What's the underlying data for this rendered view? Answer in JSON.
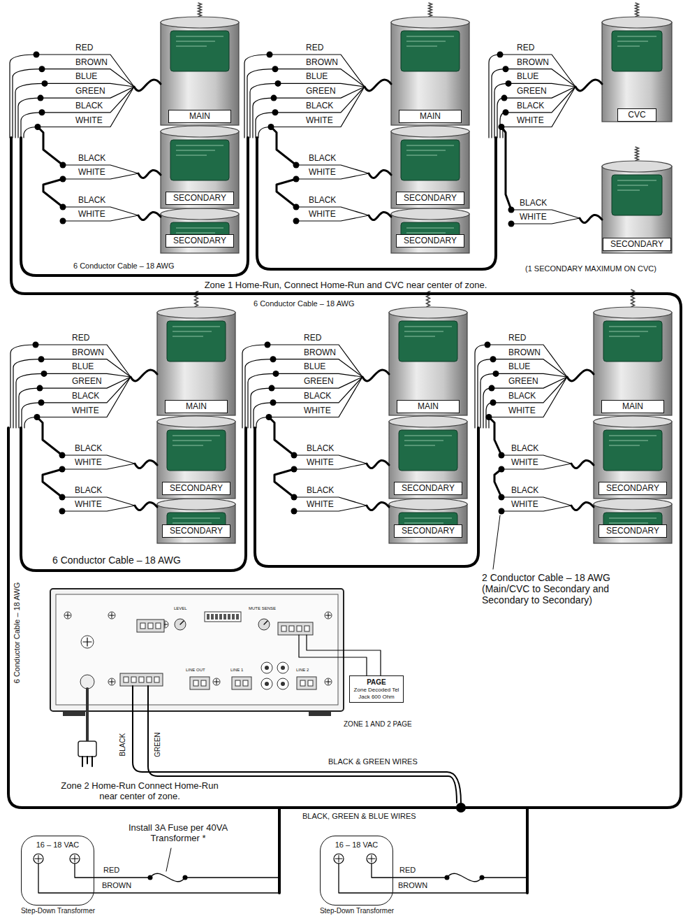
{
  "diagram": {
    "nodes": [
      {
        "text": [
          "MAIN"
        ]
      },
      {
        "text": [
          "SECONDARY"
        ]
      },
      {
        "text": [
          "SECONDARY"
        ]
      },
      {
        "text": [
          "MAIN"
        ]
      },
      {
        "text": [
          "SECONDARY"
        ]
      },
      {
        "text": [
          "SECONDARY"
        ]
      },
      {
        "text": [
          "CVC"
        ]
      },
      {
        "text": [
          "SECONDARY"
        ]
      },
      {
        "text": [
          "MAIN"
        ]
      },
      {
        "text": [
          "SECONDARY"
        ]
      },
      {
        "text": [
          "SECONDARY"
        ]
      },
      {
        "text": [
          "MAIN"
        ]
      },
      {
        "text": [
          "SECONDARY"
        ]
      },
      {
        "text": [
          "SECONDARY"
        ]
      },
      {
        "text": [
          "MAIN"
        ]
      },
      {
        "text": [
          "SECONDARY"
        ]
      },
      {
        "text": [
          "SECONDARY"
        ]
      },
      {
        "text": [
          "PAGE",
          "Zone Decoded Tel Jack 600 Ohm"
        ]
      },
      {
        "text": [
          "16 – 18 VAC",
          "Step-Down Transformer"
        ]
      },
      {
        "text": [
          "16 – 18 VAC",
          "Step-Down Transformer"
        ]
      }
    ],
    "labels": [
      "RED",
      "BROWN",
      "BLUE",
      "GREEN",
      "BLACK",
      "WHITE",
      "BLACK",
      "WHITE",
      "BLACK",
      "WHITE",
      "6 Conductor Cable – 18 AWG",
      "RED",
      "BROWN",
      "BLUE",
      "GREEN",
      "BLACK",
      "WHITE",
      "BLACK",
      "WHITE",
      "BLACK",
      "WHITE",
      "RED",
      "BROWN",
      "BLUE",
      "GREEN",
      "BLACK",
      "WHITE",
      "BLACK",
      "WHITE",
      "(1 SECONDARY MAXIMUM ON CVC)",
      "Zone 1 Home-Run, Connect Home-Run and CVC near center of zone.",
      "6 Conductor Cable – 18 AWG",
      "RED",
      "BROWN",
      "BLUE",
      "GREEN",
      "BLACK",
      "WHITE",
      "BLACK",
      "WHITE",
      "BLACK",
      "WHITE",
      "RED",
      "BROWN",
      "BLUE",
      "GREEN",
      "BLACK",
      "WHITE",
      "BLACK",
      "WHITE",
      "BLACK",
      "WHITE",
      "RED",
      "BROWN",
      "BLUE",
      "GREEN",
      "BLACK",
      "WHITE",
      "BLACK",
      "WHITE",
      "BLACK",
      "WHITE",
      "6 Conductor Cable – 18 AWG",
      "2 Conductor Cable – 18 AWG (Main/CVC to Secondary and Secondary to Secondary)",
      "6 Conductor Cable – 18 AWG",
      "LEVEL",
      "MUTE SENSE",
      "LINE OUT",
      "LINE 1",
      "LINE 2",
      "ZONE 1 AND 2 PAGE",
      "BLACK",
      "GREEN",
      "BLACK & GREEN WIRES",
      "Zone 2 Home-Run Connect Home-Run near center of zone.",
      "BLACK, GREEN & BLUE WIRES",
      "Install 3A Fuse per 40VA Transformer *",
      "RED",
      "BROWN",
      "RED",
      "BROWN"
    ]
  }
}
